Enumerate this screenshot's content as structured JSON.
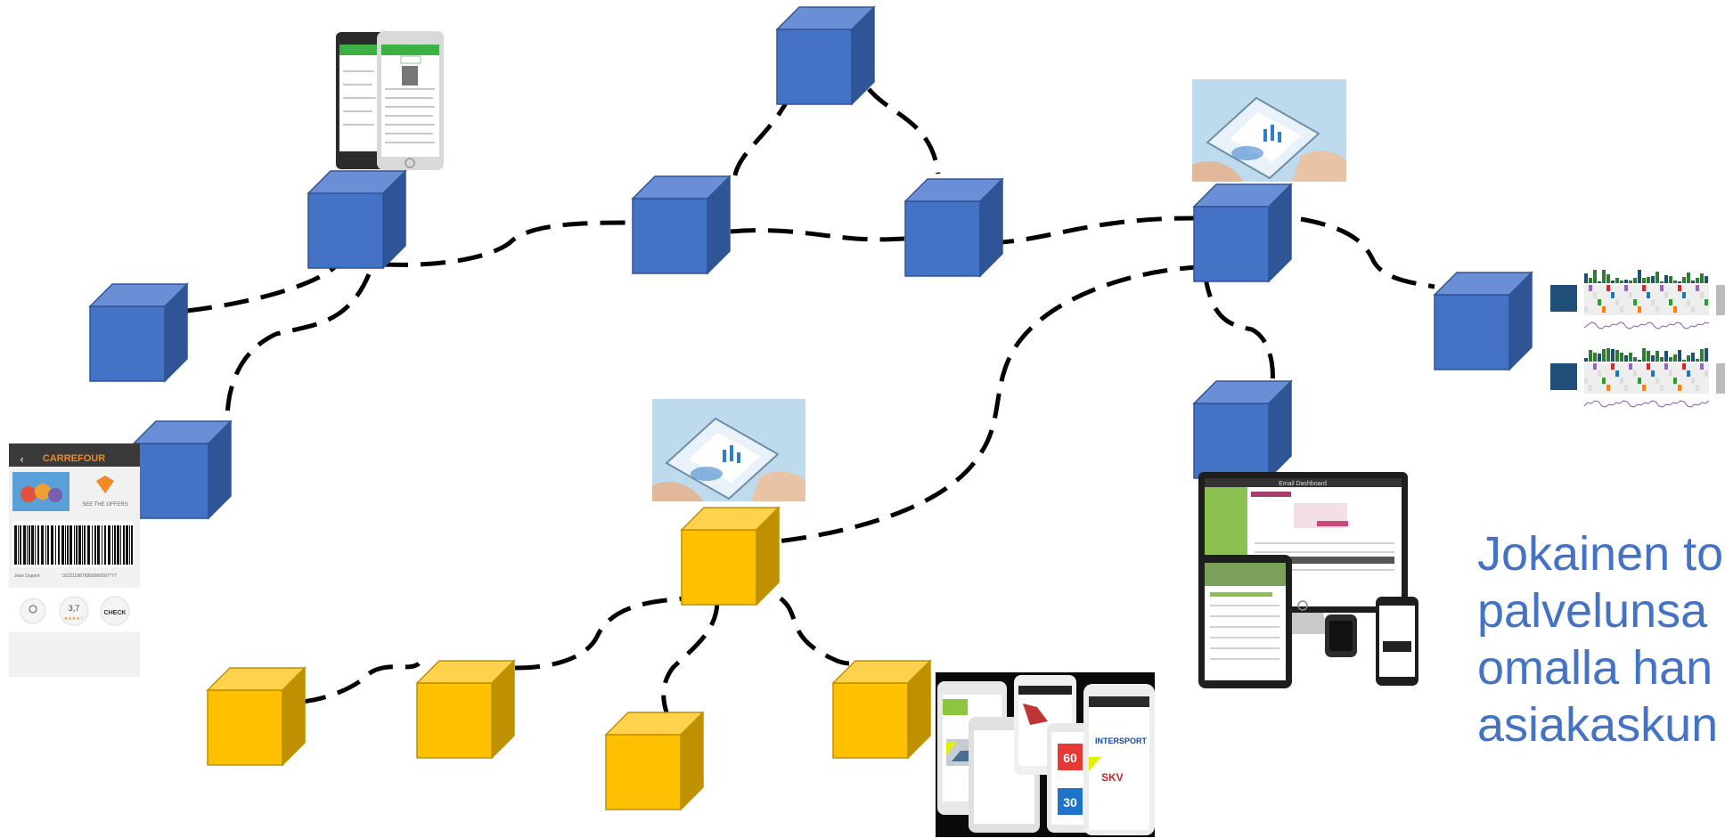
{
  "diagram": {
    "blue_color": "#4472c4",
    "blue_dark": "#2f5597",
    "yellow_color": "#ffc000",
    "yellow_dark": "#bf9000",
    "edge_color": "#000000"
  },
  "images": {
    "phone_app_top_left": {
      "icon": "phone-app-image"
    },
    "carrefour_card": {
      "header": "CARREFOUR",
      "offers_label": "SEE THE OFFERS",
      "card_holder": "Jean Dupont",
      "card_number": "0222119876850000007777",
      "rating": "3,7",
      "check_label": "CHECK"
    },
    "tablet_photo_right": {
      "icon": "tablet-analytics-photo"
    },
    "tablet_photo_center": {
      "icon": "tablet-analytics-photo"
    },
    "email_dashboard": {
      "title": "Email Dashboard"
    },
    "retail_apps": {
      "brand_1": "INTERSPORT",
      "brand_2": "SKV",
      "badge_1": "60",
      "badge_2": "30"
    },
    "heatmap_charts": {
      "icon": "heatmap-chart-figure"
    }
  },
  "caption": {
    "line1": "Jokainen to",
    "line2": "palvelunsa",
    "line3": "omalla han",
    "line4": "asiakaskun"
  }
}
